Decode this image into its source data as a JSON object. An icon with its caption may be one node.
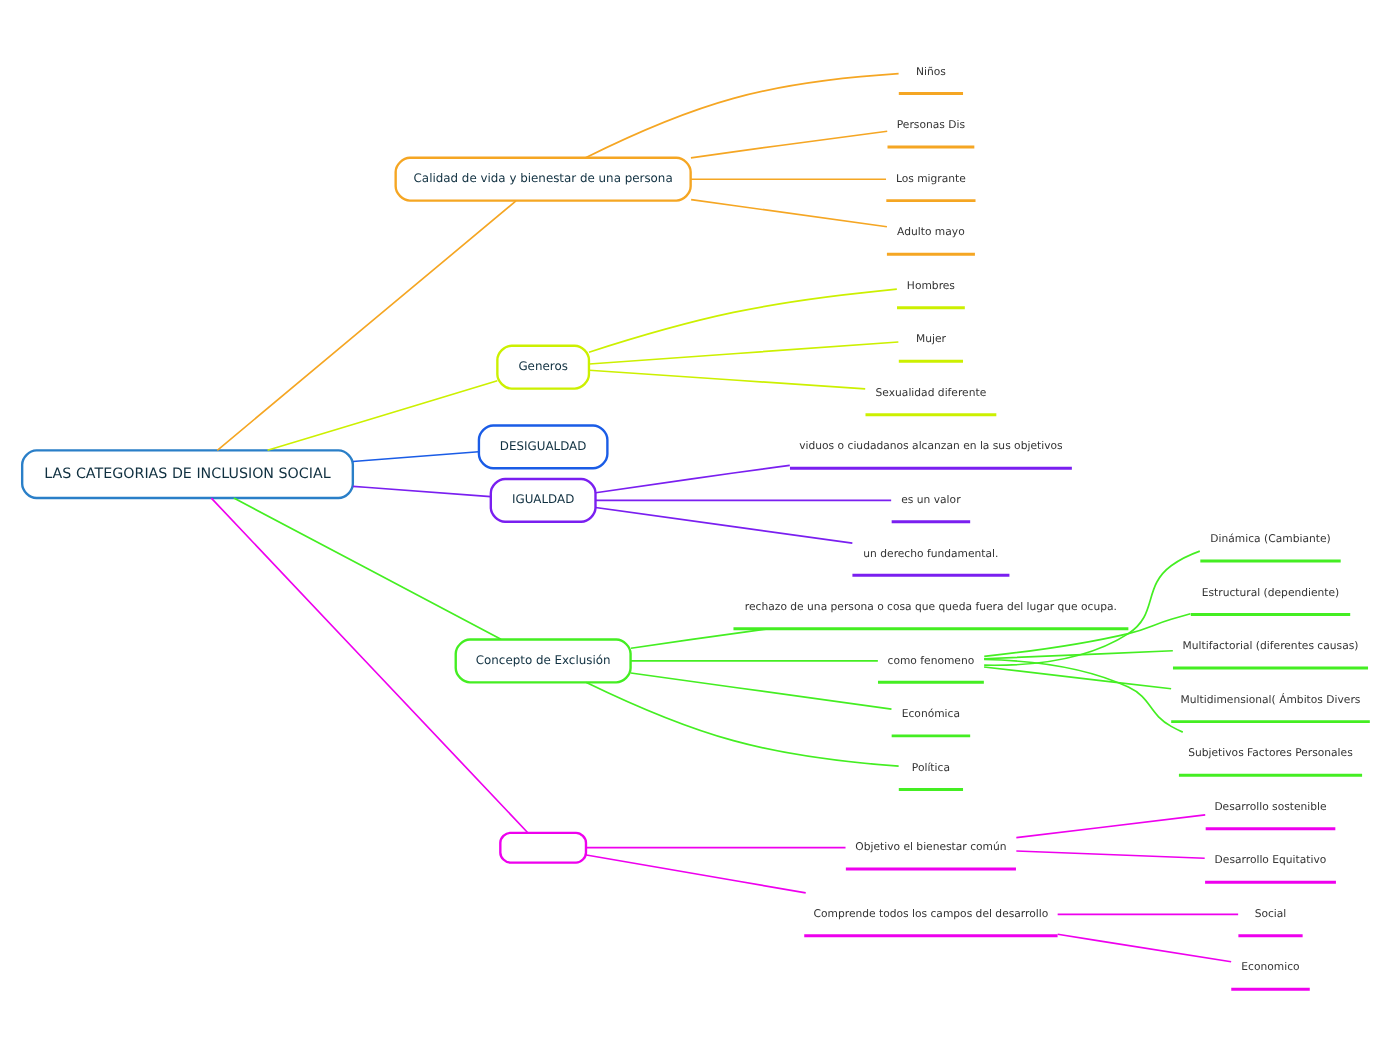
{
  "diagram": {
    "nodes": [
      {
        "text": [
          "LAS CATEGORIAS DE INCLUSION SOCIAL"
        ]
      },
      {
        "text": [
          "Calidad de vida y bienestar de una persona"
        ]
      },
      {
        "text": [
          "Niños"
        ]
      },
      {
        "text": [
          "Personas Dis"
        ]
      },
      {
        "text": [
          "Los migrante"
        ]
      },
      {
        "text": [
          "Adulto mayo"
        ]
      },
      {
        "text": [
          "Generos"
        ]
      },
      {
        "text": [
          "Hombres"
        ]
      },
      {
        "text": [
          "Mujer"
        ]
      },
      {
        "text": [
          "Sexualidad diferente"
        ]
      },
      {
        "text": [
          "DESIGUALDAD"
        ]
      },
      {
        "text": [
          "IGUALDAD"
        ]
      },
      {
        "text": [
          "viduos o ciudadanos alcanzan en la sus objetivos"
        ]
      },
      {
        "text": [
          "es un valor"
        ]
      },
      {
        "text": [
          "un derecho fundamental."
        ]
      },
      {
        "text": [
          "Concepto de Exclusión"
        ]
      },
      {
        "text": [
          "rechazo de una persona o cosa que queda fuera del lugar que ocupa."
        ]
      },
      {
        "text": [
          "como fenomeno"
        ]
      },
      {
        "text": [
          "Dinámica (Cambiante)"
        ]
      },
      {
        "text": [
          "Estructural (dependiente)"
        ]
      },
      {
        "text": [
          "Multifactorial (diferentes causas)"
        ]
      },
      {
        "text": [
          "Multidimensional( Ámbitos Divers"
        ]
      },
      {
        "text": [
          "Subjetivos Factores Personales"
        ]
      },
      {
        "text": [
          "Económica"
        ]
      },
      {
        "text": [
          "Política"
        ]
      },
      {
        "text": [],
        "shape": "box"
      },
      {
        "text": [
          "Objetivo el bienestar común"
        ]
      },
      {
        "text": [
          "Desarrollo sostenible"
        ]
      },
      {
        "text": [
          "Desarrollo Equitativo"
        ]
      },
      {
        "text": [
          "Comprende todos los campos del desarrollo"
        ]
      },
      {
        "text": [
          "Social"
        ]
      },
      {
        "text": [
          "Economico"
        ]
      }
    ],
    "edges": [
      {
        "from": 0,
        "to": 1,
        "arrow": "none",
        "color": "#f5a623"
      },
      {
        "from": 1,
        "to": 2,
        "arrow": "none",
        "color": "#f5a623"
      },
      {
        "from": 1,
        "to": 3,
        "arrow": "none",
        "color": "#f5a623"
      },
      {
        "from": 1,
        "to": 4,
        "arrow": "none",
        "color": "#f5a623"
      },
      {
        "from": 1,
        "to": 5,
        "arrow": "none",
        "color": "#f5a623"
      },
      {
        "from": 0,
        "to": 6,
        "arrow": "none",
        "color": "#ccf000"
      },
      {
        "from": 6,
        "to": 7,
        "arrow": "none",
        "color": "#ccf000"
      },
      {
        "from": 6,
        "to": 8,
        "arrow": "none",
        "color": "#ccf000"
      },
      {
        "from": 6,
        "to": 9,
        "arrow": "none",
        "color": "#ccf000"
      },
      {
        "from": 0,
        "to": 10,
        "arrow": "none",
        "color": "#1a5ce6"
      },
      {
        "from": 0,
        "to": 11,
        "arrow": "none",
        "color": "#7a1ff0"
      },
      {
        "from": 11,
        "to": 12,
        "arrow": "none",
        "color": "#7a1ff0"
      },
      {
        "from": 11,
        "to": 13,
        "arrow": "none",
        "color": "#7a1ff0"
      },
      {
        "from": 11,
        "to": 14,
        "arrow": "none",
        "color": "#7a1ff0"
      },
      {
        "from": 0,
        "to": 15,
        "arrow": "none",
        "color": "#44ee22"
      },
      {
        "from": 15,
        "to": 16,
        "arrow": "none",
        "color": "#44ee22"
      },
      {
        "from": 15,
        "to": 17,
        "arrow": "none",
        "color": "#44ee22"
      },
      {
        "from": 17,
        "to": 18,
        "arrow": "none",
        "color": "#44ee22"
      },
      {
        "from": 17,
        "to": 19,
        "arrow": "none",
        "color": "#44ee22"
      },
      {
        "from": 17,
        "to": 20,
        "arrow": "none",
        "color": "#44ee22"
      },
      {
        "from": 17,
        "to": 21,
        "arrow": "none",
        "color": "#44ee22"
      },
      {
        "from": 17,
        "to": 22,
        "arrow": "none",
        "color": "#44ee22"
      },
      {
        "from": 15,
        "to": 23,
        "arrow": "none",
        "color": "#44ee22"
      },
      {
        "from": 15,
        "to": 24,
        "arrow": "none",
        "color": "#44ee22"
      },
      {
        "from": 0,
        "to": 25,
        "arrow": "none",
        "color": "#ee00ee"
      },
      {
        "from": 25,
        "to": 26,
        "arrow": "none",
        "color": "#ee00ee"
      },
      {
        "from": 26,
        "to": 27,
        "arrow": "none",
        "color": "#ee00ee"
      },
      {
        "from": 26,
        "to": 28,
        "arrow": "none",
        "color": "#ee00ee"
      },
      {
        "from": 25,
        "to": 29,
        "arrow": "none",
        "color": "#ee00ee"
      },
      {
        "from": 29,
        "to": 30,
        "arrow": "none",
        "color": "#ee00ee"
      },
      {
        "from": 29,
        "to": 31,
        "arrow": "none",
        "color": "#ee00ee"
      }
    ]
  }
}
